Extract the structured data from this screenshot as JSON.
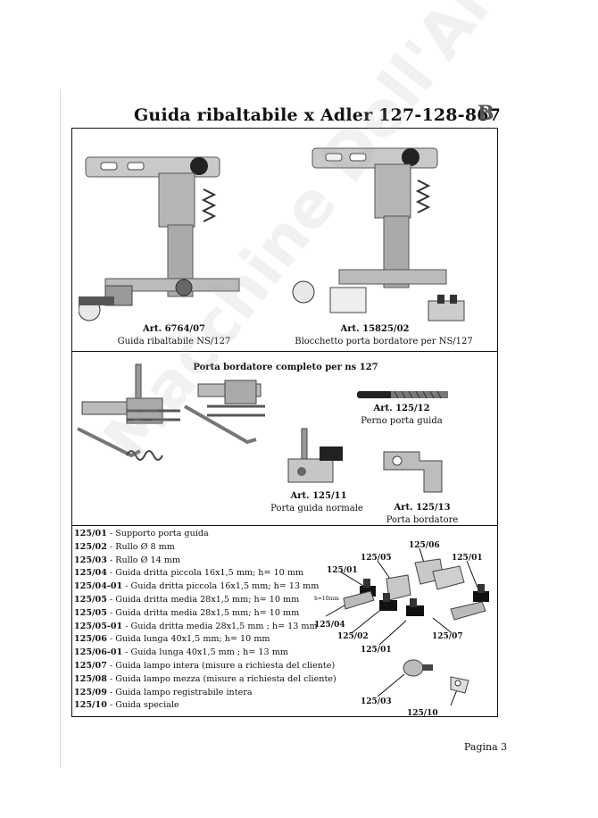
{
  "header": {
    "title": "Guida ribaltabile x Adler 127-128-867",
    "section": "B"
  },
  "watermark": "Macchine Dell'Aria Srl",
  "top_panel": {
    "left": {
      "art": "Art. 6764/07",
      "desc": "Guida ribaltabile NS/127"
    },
    "right": {
      "art": "Art. 15825/02",
      "desc": "Blocchetto porta bordatore per NS/127"
    }
  },
  "middle_panel": {
    "heading": "Porta bordatore completo per ns 127",
    "items": [
      {
        "art": "Art. 125/12",
        "desc": "Perno porta guida"
      },
      {
        "art": "Art. 125/11",
        "desc": "Porta guida normale"
      },
      {
        "art": "Art. 125/13",
        "desc": "Porta bordatore"
      }
    ]
  },
  "parts_list": [
    {
      "code": "125/01",
      "desc": " - Supporto porta guida"
    },
    {
      "code": "125/02",
      "desc": " - Rullo Ø 8 mm"
    },
    {
      "code": "125/03",
      "desc": " - Rullo Ø 14 mm"
    },
    {
      "code": "125/04",
      "desc": " - Guida dritta piccola 16x1,5 mm; h= 10 mm"
    },
    {
      "code": "125/04-01",
      "desc": " - Guida dritta piccola 16x1,5 mm; h= 13 mm"
    },
    {
      "code": "125/05",
      "desc": " - Guida dritta media 28x1,5 mm; h= 10 mm"
    },
    {
      "code": "125/05",
      "desc": " - Guida dritta media 28x1,5 mm; h= 10 mm"
    },
    {
      "code": "125/05-01",
      "desc": " - Guida dritta media 28x1,5 mm ; h= 13 mm"
    },
    {
      "code": "125/06",
      "desc": " - Guida lunga 40x1,5 mm; h= 10 mm"
    },
    {
      "code": "125/06-01",
      "desc": " - Guida lunga 40x1,5 mm ; h= 13 mm"
    },
    {
      "code": "125/07",
      "desc": " - Guida lampo intera (misure a richiesta del cliente)"
    },
    {
      "code": "125/08",
      "desc": " - Guida lampo mezza (misure a richiesta del cliente)"
    },
    {
      "code": "125/09",
      "desc": " - Guida lampo registrabile intera"
    },
    {
      "code": "125/10",
      "desc": " - Guida speciale"
    }
  ],
  "diagram_labels": {
    "l1": "125/06",
    "l2": "125/05",
    "l3": "125/01",
    "l4": "125/01",
    "l5": "h=10mm",
    "l6": "125/04",
    "l7": "125/02",
    "l8": "125/07",
    "l9": "125/01",
    "l10": "125/03",
    "l11": "125/10"
  },
  "footer": {
    "page": "Pagina 3"
  }
}
